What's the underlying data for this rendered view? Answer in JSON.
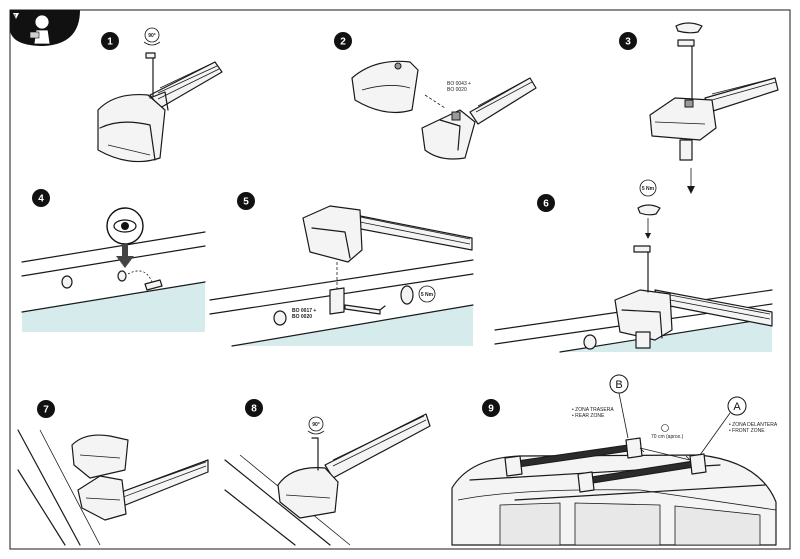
{
  "steps": [
    {
      "number": "1",
      "torque_label": "90°"
    },
    {
      "number": "2",
      "part_codes": [
        "BO 0043 +",
        "BO 0020"
      ]
    },
    {
      "number": "3"
    },
    {
      "number": "4"
    },
    {
      "number": "5",
      "part_codes": [
        "BO 0017 +",
        "BO 0020"
      ],
      "torque_label": "5 Nm"
    },
    {
      "number": "6",
      "torque_label": "5 Nm"
    },
    {
      "number": "7"
    },
    {
      "number": "8",
      "torque_label": "90°"
    },
    {
      "number": "9",
      "marker_b": "B",
      "marker_a": "A",
      "rear_zone": [
        "• ZONA TRASERA",
        "• REAR ZONE"
      ],
      "front_zone": [
        "• ZONA DELANTERA",
        "• FRONT ZONE"
      ],
      "distance": "70 cm (aprox.)"
    }
  ],
  "warning": {
    "symbol": "!"
  },
  "colors": {
    "accent": "#111111",
    "glass": "#d6ecec",
    "line": "#1a1a1a"
  }
}
